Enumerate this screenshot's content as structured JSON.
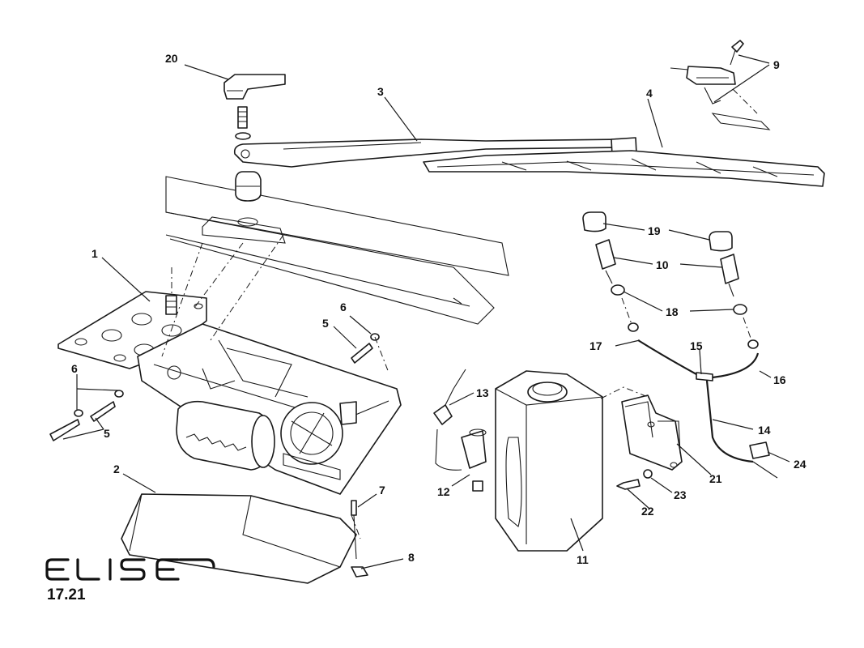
{
  "brand": {
    "logo_text": "ELISE",
    "diagram_code": "17.21"
  },
  "callouts": {
    "c1": "1",
    "c2": "2",
    "c3": "3",
    "c4": "4",
    "c5a": "5",
    "c5b": "5",
    "c6a": "6",
    "c6b": "6",
    "c7": "7",
    "c8": "8",
    "c9": "9",
    "c10": "10",
    "c11": "11",
    "c12": "12",
    "c13": "13",
    "c14": "14",
    "c15": "15",
    "c16": "16",
    "c17": "17",
    "c18": "18",
    "c19": "19",
    "c20": "20",
    "c21": "21",
    "c22": "22",
    "c23": "23",
    "c24": "24"
  },
  "icons": [
    "wiper-arm",
    "wiper-blade",
    "wiper-motor",
    "washer-reservoir",
    "washer-pump",
    "washer-jet"
  ]
}
